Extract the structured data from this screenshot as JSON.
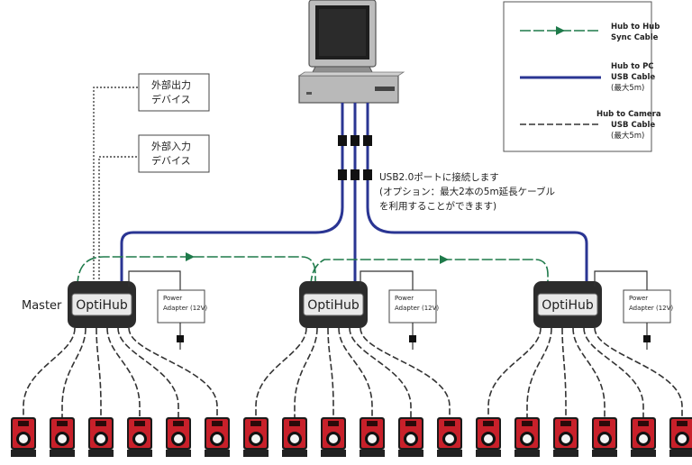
{
  "legend": {
    "sync_label_1": "Hub to Hub",
    "sync_label_2": "Sync Cable",
    "pc_label_1": "Hub to PC",
    "pc_label_2": "USB Cable",
    "pc_label_3": "(最大5m)",
    "cam_label_1": "Hub to Camera",
    "cam_label_2": "USB Cable",
    "cam_label_3": "(最大5m)"
  },
  "devices": {
    "output_1": "外部出力",
    "output_2": "デバイス",
    "input_1": "外部入力",
    "input_2": "デバイス"
  },
  "note": {
    "line1": "USB2.0ポートに接続します",
    "line2": "(オプション：最大2本の5m延長ケーブル",
    "line3": "を利用することができます)"
  },
  "hubs": [
    {
      "name": "OptiHub",
      "power_1": "Power",
      "power_2": "Adapter (12V)"
    },
    {
      "name": "OptiHub",
      "power_1": "Power",
      "power_2": "Adapter (12V)"
    },
    {
      "name": "OptiHub",
      "power_1": "Power",
      "power_2": "Adapter (12V)"
    }
  ],
  "master_label": "Master",
  "camera_count": 18,
  "colors": {
    "usb": "#2a3593",
    "sync": "#1e7a4a",
    "camera": "#c8202a",
    "hub": "#2c2c2c"
  }
}
